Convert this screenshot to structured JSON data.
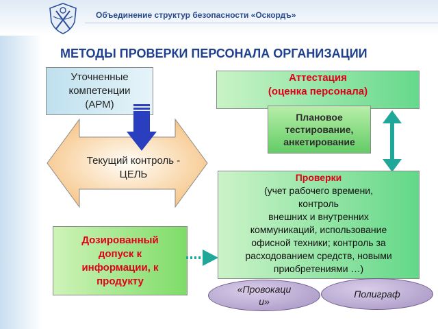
{
  "header": {
    "organization": "Объединение структур безопасности «Оскордъ»",
    "emblem_icon": "shield-emblem-icon"
  },
  "title": "МЕТОДЫ ПРОВЕРКИ ПЕРСОНАЛА ОРГАНИЗАЦИИ",
  "nodes": {
    "competencies": {
      "lines": [
        "Уточненные",
        "компетенции",
        "(АРМ)"
      ]
    },
    "current_control": {
      "lines": [
        "Текущий контроль -",
        "ЦЕЛЬ"
      ]
    },
    "attestation": {
      "lines": [
        "Аттестация",
        "(оценка персонала)"
      ]
    },
    "planned_testing": {
      "lines": [
        "Плановое",
        "тестирование,",
        "анкетирование"
      ]
    },
    "checks": {
      "heading": "Проверки",
      "lines": [
        "(учет рабочего времени,",
        "контроль",
        "внешних и внутренних",
        "коммуникаций, использование",
        "офисной техники; контроль за",
        "расходованием средств, новыми",
        "приобретениями …)"
      ]
    },
    "dosed_access": {
      "lines": [
        "Дозированный",
        "допуск к",
        "информации, к",
        "продукту"
      ]
    },
    "provocations": {
      "lines": [
        "«Провокаци",
        "и»"
      ]
    },
    "polygraph": {
      "lines": [
        "Полиграф"
      ]
    }
  },
  "colors": {
    "title": "#1f3f8f",
    "accent_red": "#e0001a",
    "arrow_blue": "#2a3ec0",
    "arrow_teal": "#1fa89a",
    "hex_fill": "#f8c98a"
  }
}
